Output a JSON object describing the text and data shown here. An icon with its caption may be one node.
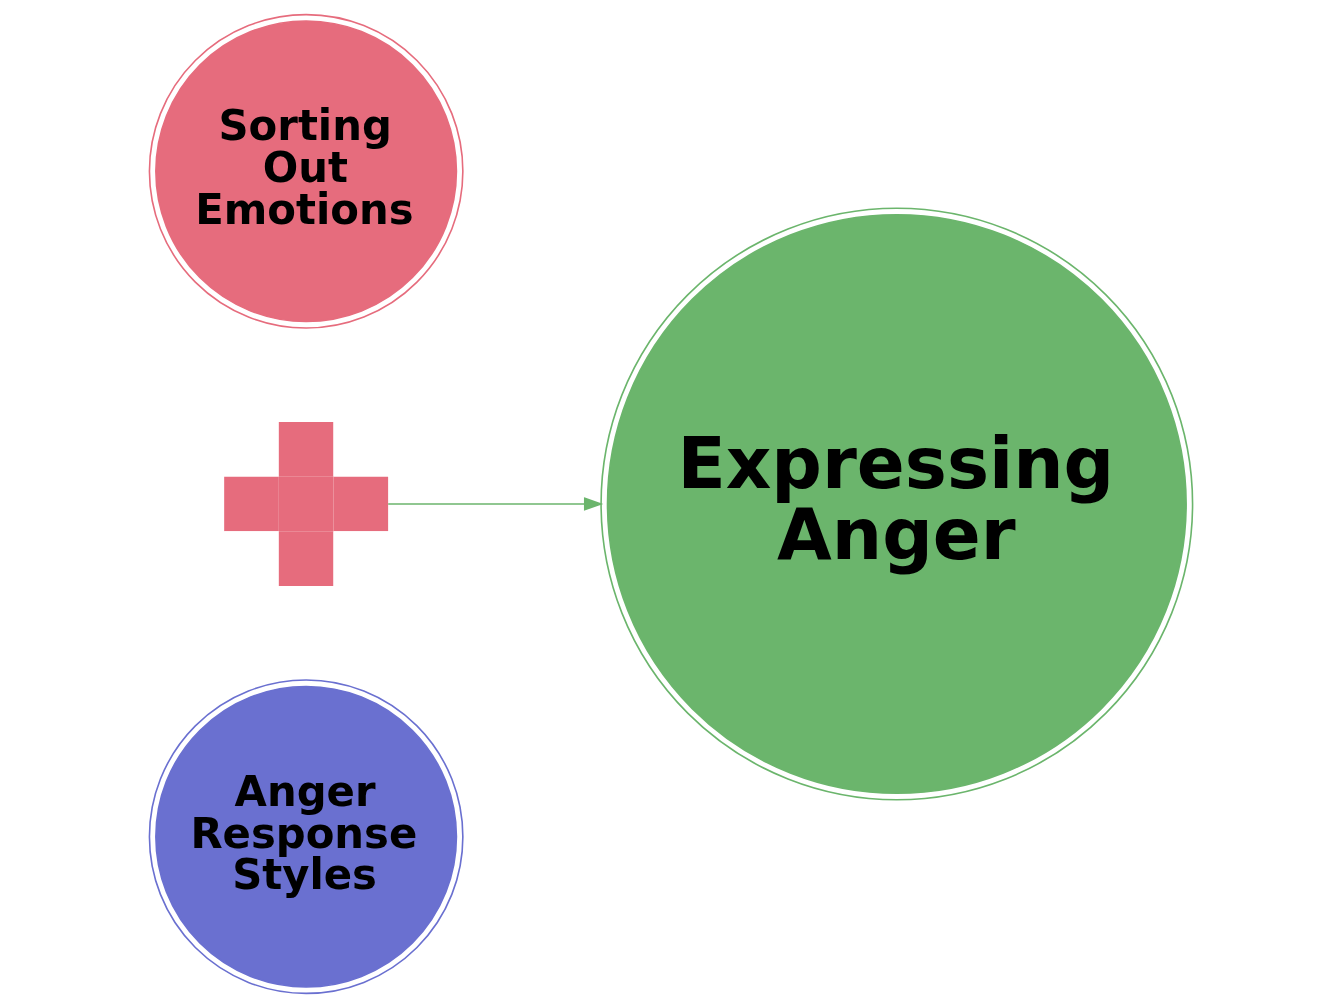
{
  "diagram": {
    "nodes": [
      {
        "text": [
          "Sorting Out Emotions"
        ]
      },
      {
        "text": [],
        "shape": "plus"
      },
      {
        "text": [
          "Anger Response Styles"
        ]
      },
      {
        "text": [
          "Expressing Anger"
        ]
      }
    ],
    "edges": [
      {
        "from": 1,
        "to": 3,
        "arrow": "to",
        "color": "#6bb56c"
      }
    ]
  }
}
